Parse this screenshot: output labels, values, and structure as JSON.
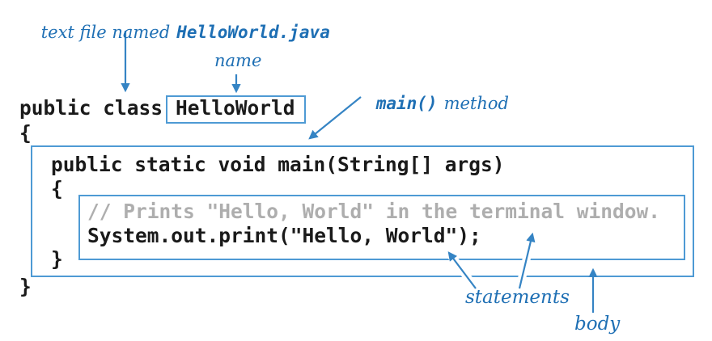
{
  "figure": {
    "description": "Anatomy of a Java program diagram",
    "colors": {
      "code_text": "#1a1a1a",
      "comment_text": "#aeaeae",
      "box_border_blue": "#4e9ad4",
      "arrow_blue": "#3584c4",
      "label_blue": "#1e6fb4",
      "background": "#ffffff"
    }
  },
  "annotations": {
    "file_label": {
      "prefix": "text file named",
      "filename": "HelloWorld.java"
    },
    "name_label": "name",
    "main_label": {
      "code": "main()",
      "suffix": "method"
    },
    "statements_label": "statements",
    "body_label": "body"
  },
  "code": {
    "line1": {
      "keyword": "public class",
      "class_name": "HelloWorld"
    },
    "line2": "{",
    "line3": "public static void main(String[] args)",
    "line4": "{",
    "line5_comment": "// Prints \"Hello, World\" in the terminal window.",
    "line6_statement": "System.out.print(\"Hello, World\");",
    "line7": "}",
    "line8": "}"
  }
}
